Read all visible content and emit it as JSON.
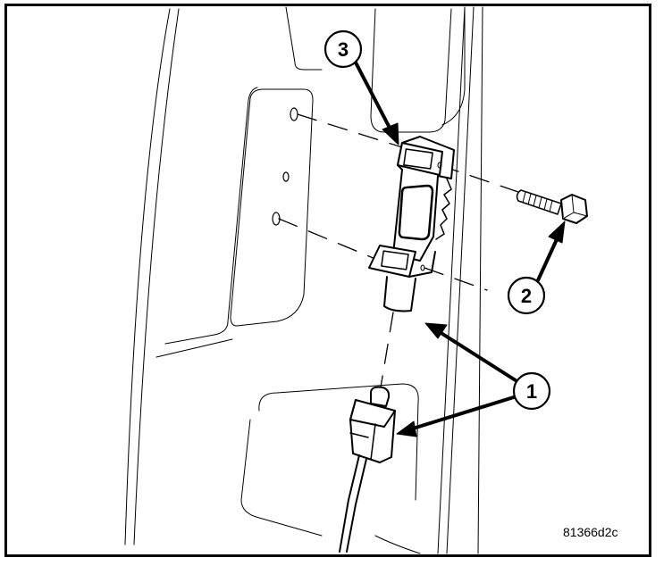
{
  "figure": {
    "figure_id": "81366d2c",
    "callouts": [
      {
        "label": "1"
      },
      {
        "label": "2"
      },
      {
        "label": "3"
      }
    ],
    "line_color": "#000000",
    "background": "#ffffff"
  }
}
